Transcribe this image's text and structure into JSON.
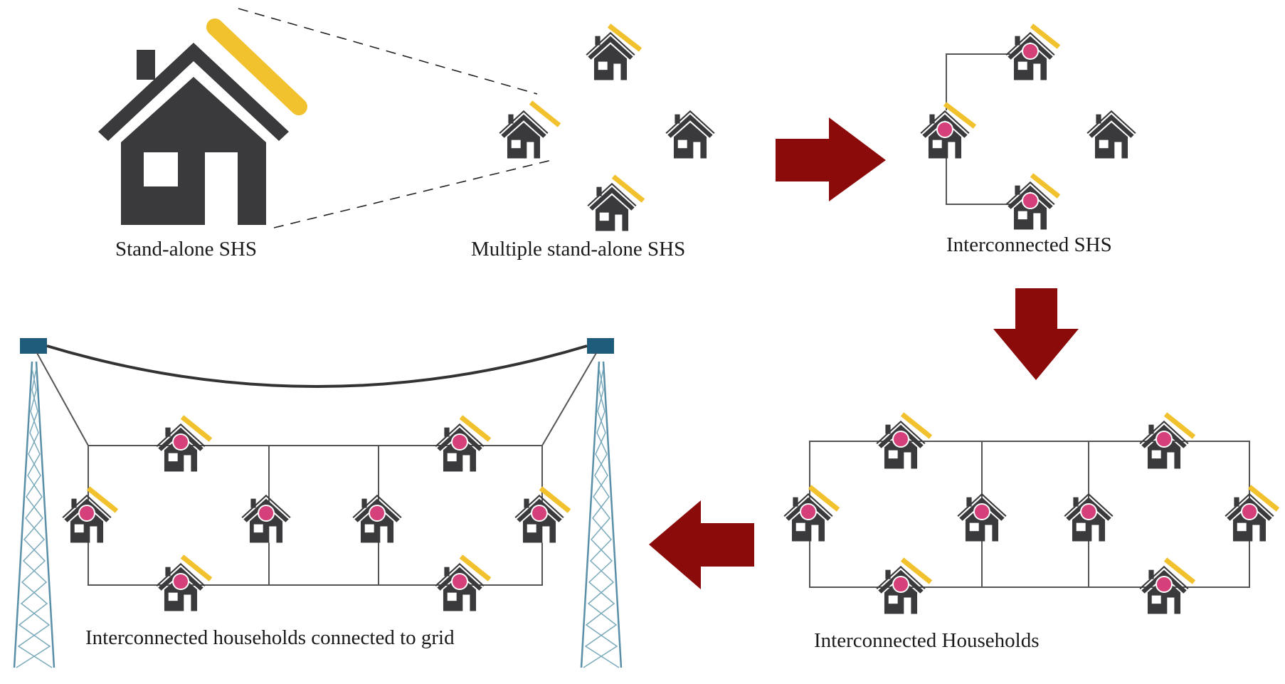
{
  "labels": {
    "standalone": "Stand-alone SHS",
    "multiple": "Multiple stand-alone SHS",
    "interconnected_shs": "Interconnected SHS",
    "interconnected_households": "Interconnected Households",
    "grid": "Interconnected households connected to grid"
  },
  "icons": {
    "house": "house-icon",
    "solar_panel": "solar-panel-icon",
    "battery_badge": "pink-circle-icon",
    "tower": "transmission-tower-icon",
    "arrow": "arrow-icon"
  },
  "colors": {
    "house": "#3a3a3c",
    "solar": "#f2c12e",
    "badge": "#d6407a",
    "arrow": "#8b0a0a",
    "tower": "#5a8fa8",
    "tower_cap": "#1f5b7a",
    "wire": "#555555"
  }
}
